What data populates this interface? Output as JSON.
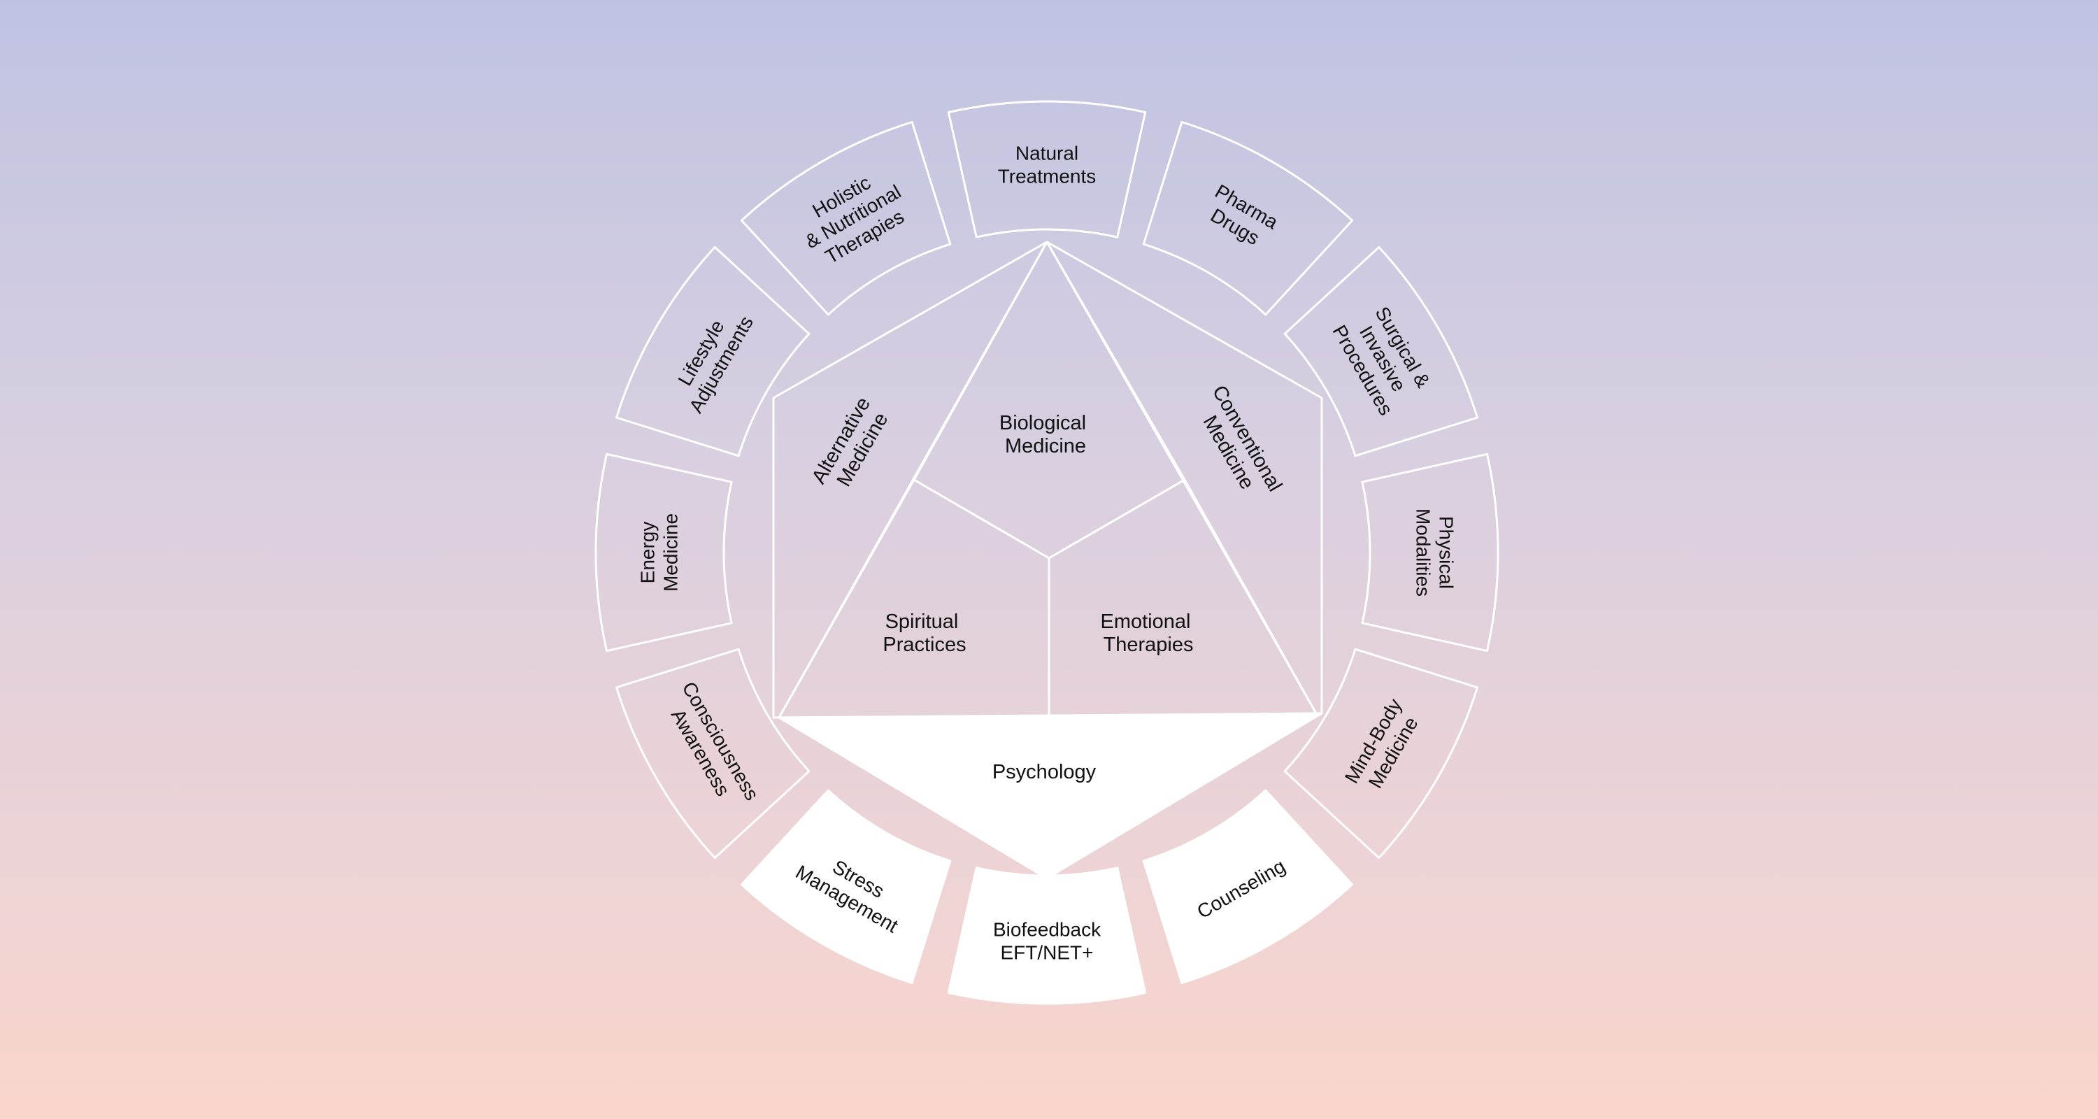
{
  "diagram": {
    "center": {
      "biological": [
        "Biological",
        "Medicine"
      ],
      "spiritual": [
        "Spiritual",
        "Practices"
      ],
      "emotional": [
        "Emotional",
        "Therapies"
      ],
      "alternative": [
        "Alternative",
        "Medicine"
      ],
      "conventional": [
        "Conventional",
        "Medicine"
      ],
      "psychology": [
        "Psychology"
      ]
    },
    "ring": [
      {
        "id": "natural-treatments",
        "lines": [
          "Natural",
          "Treatments"
        ],
        "highlight": false
      },
      {
        "id": "pharma-drugs",
        "lines": [
          "Pharma",
          "Drugs"
        ],
        "highlight": false
      },
      {
        "id": "surgical-invasive-procedures",
        "lines": [
          "Surgical &",
          "Invasive",
          "Procedures"
        ],
        "highlight": false
      },
      {
        "id": "physical-modalities",
        "lines": [
          "Physical",
          "Modalities"
        ],
        "highlight": false
      },
      {
        "id": "mind-body-medicine",
        "lines": [
          "Mind-Body",
          "Medicine"
        ],
        "highlight": false
      },
      {
        "id": "counseling",
        "lines": [
          "Counseling"
        ],
        "highlight": true
      },
      {
        "id": "biofeedback",
        "lines": [
          "Biofeedback",
          "EFT/NET+"
        ],
        "highlight": true
      },
      {
        "id": "stress-management",
        "lines": [
          "Stress",
          "Management"
        ],
        "highlight": true
      },
      {
        "id": "consciousness-awareness",
        "lines": [
          "Consciousness",
          "Awareness"
        ],
        "highlight": false
      },
      {
        "id": "energy-medicine",
        "lines": [
          "Energy",
          "Medicine"
        ],
        "highlight": false
      },
      {
        "id": "lifestyle-adjustments",
        "lines": [
          "Lifestyle",
          "Adjustments"
        ],
        "highlight": false
      },
      {
        "id": "holistic-nutritional-therapies",
        "lines": [
          "Holistic",
          "& Nutritional",
          "Therapies"
        ],
        "highlight": false
      }
    ],
    "colors": {
      "line": "#ffffff",
      "highlight_fill": "#ffffff",
      "text": "#111111"
    }
  }
}
